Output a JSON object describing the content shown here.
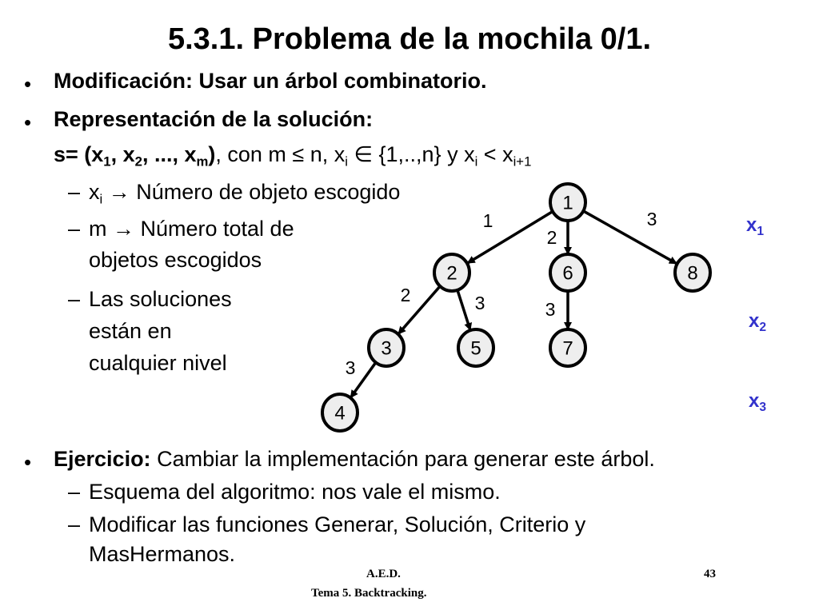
{
  "title": "5.3.1. Problema de la mochila 0/1.",
  "bullets": {
    "b1": "Modificación: Usar un árbol combinatorio.",
    "b2": "Representación de la solución:",
    "s_prefix": "s= (x",
    "s_sep": ", x",
    "s_dots": ", ..., x",
    "s_close": ")",
    "s_rest": ", con m ≤ n, x",
    "s_in": " ∈ {1,..,n} y x",
    "s_lt": " < x",
    "sub_1": "1",
    "sub_2": "2",
    "sub_m": "m",
    "sub_i": "i",
    "sub_i1": "i+1"
  },
  "sub_items": {
    "xi_var": "x",
    "xi_sub": "i",
    "xi_text": " → Número de objeto escogido",
    "m_line1": "m → Número total de",
    "m_line2": "objetos escogidos",
    "sol_line1": "Las soluciones",
    "sol_line2": "están en",
    "sol_line3": "cualquier nivel"
  },
  "tree": {
    "nodes": [
      "1",
      "2",
      "6",
      "8",
      "3",
      "5",
      "7",
      "4"
    ],
    "edge_labels": [
      "1",
      "2",
      "3",
      "2",
      "3",
      "3",
      "3"
    ]
  },
  "levels": [
    {
      "var": "x",
      "sub": "1"
    },
    {
      "var": "x",
      "sub": "2"
    },
    {
      "var": "x",
      "sub": "3"
    }
  ],
  "exercise": {
    "label": "Ejercicio:",
    "text": " Cambiar la implementación para generar este árbol.",
    "item1": "Esquema del algoritmo: nos vale el mismo.",
    "item2_line1": "Modificar las funciones Generar, Solución, Criterio y",
    "item2_line2": "MasHermanos."
  },
  "footer": {
    "course": "A.E.D.",
    "topic": "Tema 5. Backtracking.",
    "page": "43"
  },
  "colors": {
    "accent": "#3333cc",
    "node_fill": "#eeeeee"
  }
}
